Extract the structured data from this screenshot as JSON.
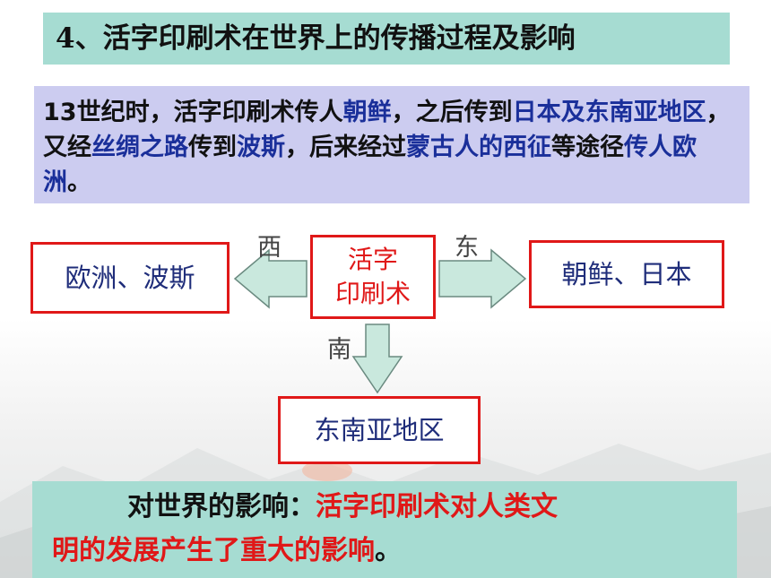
{
  "title": "4、活字印刷术在世界上的传播过程及影响",
  "intro": {
    "p1": "13世纪时，活字印刷术传人",
    "p2": "朝鲜",
    "p3": "，之后传到",
    "p4": "日本及东南亚地区",
    "p5": "，又经",
    "p6": "丝绸之路",
    "p7": "传到",
    "p8": "波斯",
    "p9": "，后来经过",
    "p10": "蒙古人的西征",
    "p11": "等途径",
    "p12": "传人欧洲",
    "p13": "。"
  },
  "diagram": {
    "center_line1": "活字",
    "center_line2": "印刷术",
    "west_label": "西",
    "east_label": "东",
    "south_label": "南",
    "west_node": "欧洲、波斯",
    "east_node": "朝鲜、日本",
    "south_node": "东南亚地区",
    "arrow_fill": "#c9e8dd",
    "arrow_stroke": "#6a8a80"
  },
  "impact": {
    "label": "对世界的影响：",
    "text1": "活字印刷术对人类文",
    "text2": "明的发展产生了重大的影响",
    "end": "。"
  }
}
